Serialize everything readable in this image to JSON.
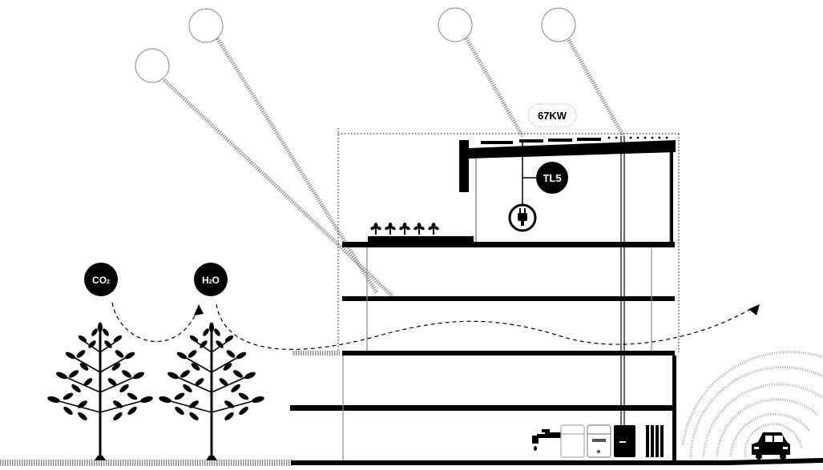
{
  "diagram": {
    "labels": {
      "power": "67KW",
      "lamp": "TL5",
      "co2_main": "CO",
      "co2_sub": "2",
      "h2o_pre": "H",
      "h2o_sub": "2",
      "h2o_post": "O"
    },
    "icons": [
      "sun-icon",
      "plug-icon",
      "tree-icon",
      "plant-icon",
      "car-icon",
      "tap-icon",
      "washer-icon",
      "stove-icon",
      "heater-icon",
      "radiator-icon",
      "wifi-waves-icon"
    ],
    "colors": {
      "ink": "#000000",
      "paper": "#ffffff",
      "hatch": "#9a9a9a",
      "dashed": "#b0b0b0"
    }
  }
}
